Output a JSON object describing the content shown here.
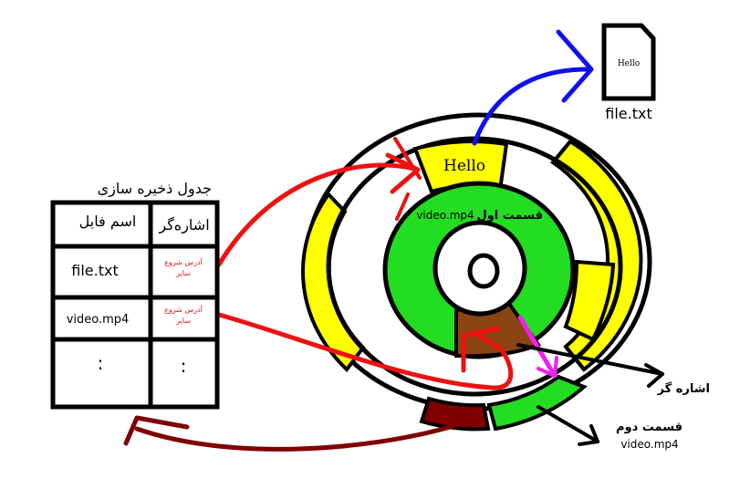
{
  "table": {
    "title": "جدول ذخیره سازی",
    "header_name": "اسم فایل",
    "header_pointer": "اشاره‌گر",
    "rows": [
      {
        "name": "file.txt",
        "pointer_line1": "آدرس شروع",
        "pointer_line2": "سایز"
      },
      {
        "name": "video.mp4",
        "pointer_line1": "آدرس شروع",
        "pointer_line2": "سایز"
      }
    ],
    "ellipsis": ":"
  },
  "file_icon": {
    "content": "Hello",
    "caption": "file.txt"
  },
  "disk": {
    "hello_label": "Hello",
    "first_part_label": "قسمت اول",
    "first_part_file": "video.mp4",
    "pointer_label": "اشاره گر",
    "second_part_label": "قسمت دوم",
    "second_part_file": "video.mp4"
  },
  "colors": {
    "yellow": "#ffff00",
    "green": "#22dd22",
    "brown": "#8b4513",
    "dark_red": "#800000",
    "red_arrow": "#ee1111",
    "blue_arrow": "#1010ee",
    "magenta_arrow": "#ee22ee"
  }
}
